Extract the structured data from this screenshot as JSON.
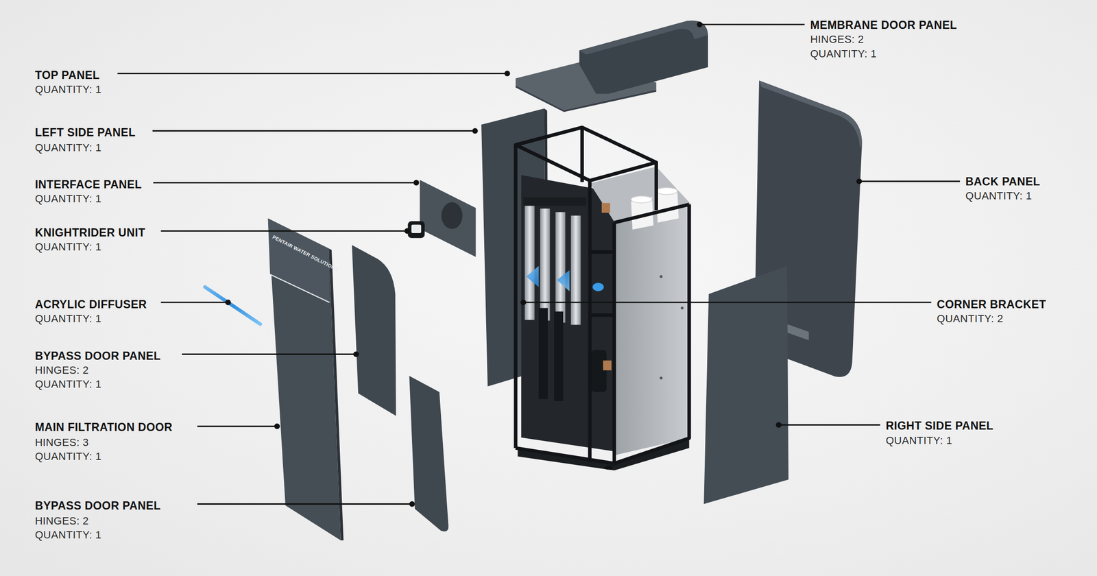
{
  "diagram": {
    "labels": [
      "MEMBRANE DOOR PANEL",
      "HINGES: 2",
      "QUANTITY: 1",
      "TOP PANEL",
      "QUANTITY: 1",
      "LEFT SIDE PANEL",
      "QUANTITY: 1",
      "INTERFACE PANEL",
      "QUANTITY: 1",
      "BACK PANEL",
      "QUANTITY: 1",
      "KNIGHTRIDER UNIT",
      "QUANTITY: 1",
      "PENTAIR WATER SOLUTIONS",
      "ACRYLIC DIFFUSER",
      "QUANTITY: 1",
      "CORNER BRACKET",
      "QUANTITY: 2",
      "BYPASS DOOR PANEL",
      "HINGES: 2",
      "QUANTITY: 1",
      "MAIN FILTRATION DOOR",
      "HINGES: 3",
      "QUANTITY: 1",
      "RIGHT SIDE PANEL",
      "QUANTITY: 1",
      "BYPASS DOOR PANEL",
      "HINGES: 2",
      "QUANTITY: 1"
    ]
  }
}
